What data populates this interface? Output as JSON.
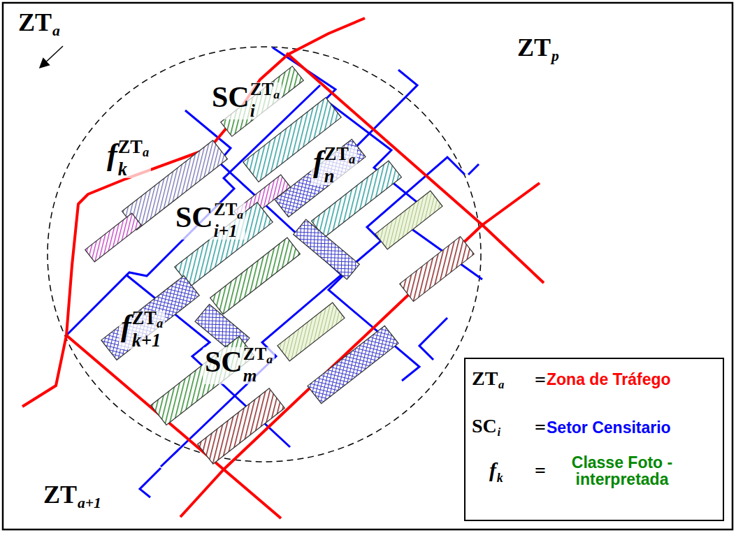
{
  "diagram": {
    "labels": [
      "ZT",
      "a",
      "ZT",
      "p",
      "SC",
      "i",
      "ZT",
      "a",
      "f",
      "k",
      "ZT",
      "a",
      "f",
      "n",
      "ZT",
      "a",
      "SC",
      "i+1",
      "ZT",
      "a",
      "f",
      "k+1",
      "ZT",
      "a",
      "SC",
      "m",
      "ZT",
      "a",
      "ZT",
      "a+1",
      "ZT",
      "a",
      "=",
      "SC",
      "i",
      "=",
      "f",
      "k",
      "="
    ],
    "legend": [
      {
        "text": "Zona de Tráfego"
      },
      {
        "text": "Setor Censitario"
      },
      {
        "text": "Classe Foto - interpretada"
      }
    ]
  }
}
